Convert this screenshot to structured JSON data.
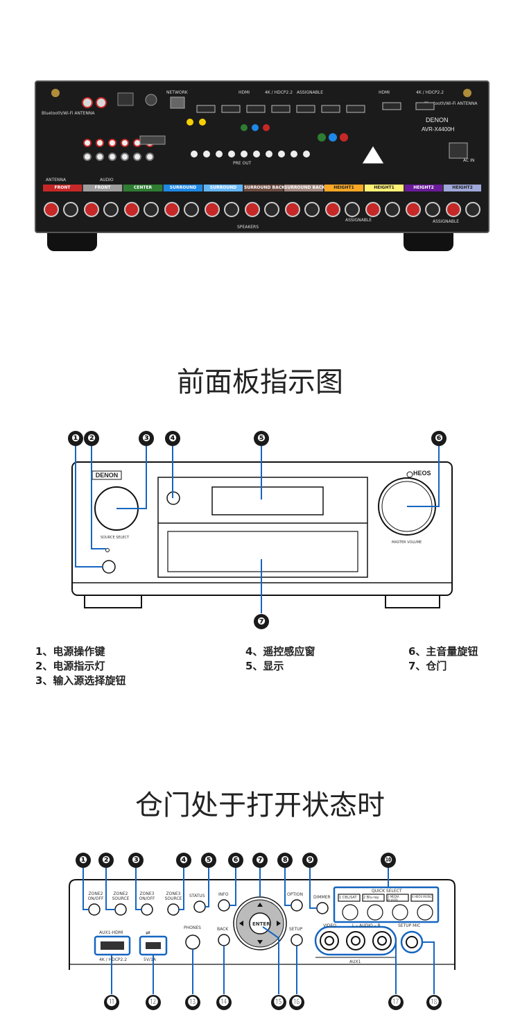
{
  "rear_panel": {
    "top_labels": [
      "NETWORK",
      "HDMI",
      "4K / HDCP2.2",
      "ASSIGNABLE",
      "HDMI",
      "4K / HDCP2.2",
      "Bluetooth/Wi-Fi ANTENNA",
      "Bluetooth/Wi-Fi ANTENNA"
    ],
    "brand": "DENON",
    "model": "AVR-X4400H",
    "section_labels": [
      "ANTENNA",
      "AUDIO",
      "PRE OUT",
      "SPEAKERS",
      "ASSIGNABLE",
      "ASSIGNABLE",
      "AC IN"
    ],
    "speaker_labels": [
      {
        "text": "FRONT",
        "color": "#c62828"
      },
      {
        "text": "FRONT",
        "color": "#9e9e9e"
      },
      {
        "text": "CENTER",
        "color": "#2e7d32"
      },
      {
        "text": "SURROUND",
        "color": "#1e88e5"
      },
      {
        "text": "SURROUND",
        "color": "#64b5f6"
      },
      {
        "text": "SURROUND BACK",
        "color": "#6d4c41"
      },
      {
        "text": "SURROUND BACK",
        "color": "#a1887f"
      },
      {
        "text": "HEIGHT1",
        "color": "#f9a825"
      },
      {
        "text": "HEIGHT1",
        "color": "#fff176"
      },
      {
        "text": "HEIGHT2",
        "color": "#6a1b9a"
      },
      {
        "text": "HEIGHT2",
        "color": "#9fa8da"
      }
    ]
  },
  "front_section": {
    "heading": "前面板指示图",
    "brand": "DENON",
    "heos_label": "HEOS",
    "source_select_label": "SOURCE SELECT",
    "master_volume_label": "MASTER VOLUME",
    "markers": [
      "❶",
      "❷",
      "❸",
      "❹",
      "❺",
      "❻",
      "❼"
    ],
    "legend": [
      {
        "text": "1、电源操作键"
      },
      {
        "text": "2、电源指示灯"
      },
      {
        "text": "3、输入源选择旋钮"
      },
      {
        "text": "4、遥控感应窗"
      },
      {
        "text": "5、显示"
      },
      {
        "text": "6、主音量旋钮"
      },
      {
        "text": "7、仓门"
      }
    ]
  },
  "door_section": {
    "heading": "仓门处于打开状态时",
    "markers": [
      "❶",
      "❷",
      "❸",
      "❹",
      "❺",
      "❻",
      "❼",
      "❽",
      "❾",
      "❿",
      "⓫",
      "⓬",
      "⓭",
      "⓮",
      "⓯",
      "⓰",
      "⓱",
      "⓲"
    ],
    "button_labels": [
      "ZONE2 ON/OFF",
      "ZONE2 SOURCE",
      "ZONE3 ON/OFF",
      "ZONE3 SOURCE",
      "STATUS",
      "INFO",
      "OPTION",
      "DIMMER",
      "BACK",
      "SETUP",
      "PHONES",
      "SETUP MIC",
      "VIDEO",
      "L – AUDIO – R",
      "AUX1",
      "ENTER"
    ],
    "quick_select": {
      "title": "QUICK SELECT",
      "items": [
        "1 CBL/SAT",
        "2 Blu-ray",
        "3 MEDIA PLAYER",
        "4 HEOS MUSIC"
      ]
    },
    "port_labels": [
      "AUX1-HDMI",
      "4K / HDCP2.2",
      "5V/1A"
    ]
  },
  "colors": {
    "accent_blue": "#1565c0",
    "marker": "#1a1a1a"
  }
}
